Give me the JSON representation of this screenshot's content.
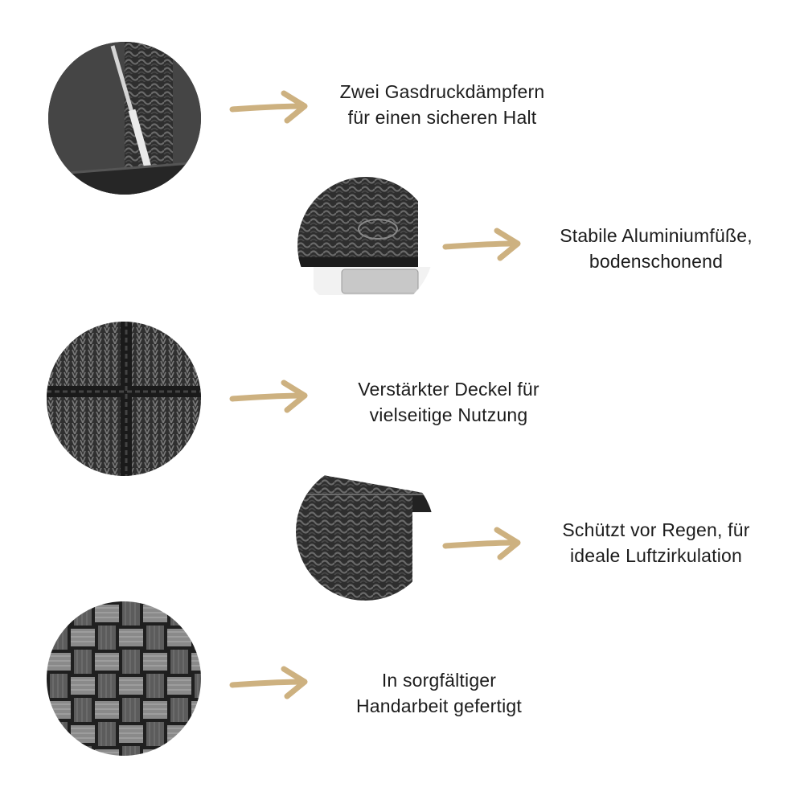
{
  "features": [
    {
      "id": "gas-struts",
      "image": "gas-strut-photo",
      "line1": "Zwei Gasdruckdämpfern",
      "line2": "für einen sicheren Halt"
    },
    {
      "id": "feet",
      "image": "aluminium-foot-photo",
      "line1": "Stabile Aluminiumfüße,",
      "line2": "bodenschonend"
    },
    {
      "id": "lid",
      "image": "reinforced-lid-photo",
      "line1": "Verstärkter Deckel für",
      "line2": "vielseitige Nutzung"
    },
    {
      "id": "rain",
      "image": "lid-edge-photo",
      "line1": "Schützt vor Regen, für",
      "line2": "ideale Luftzirkulation"
    },
    {
      "id": "handmade",
      "image": "weave-closeup-photo",
      "line1": "In sorgfältiger",
      "line2": "Handarbeit gefertigt"
    }
  ],
  "colors": {
    "arrow": "#cdb180",
    "text": "#1c1c1c",
    "rattan_dark": "#2b2b2b",
    "rattan_light": "#5a5a5a"
  }
}
